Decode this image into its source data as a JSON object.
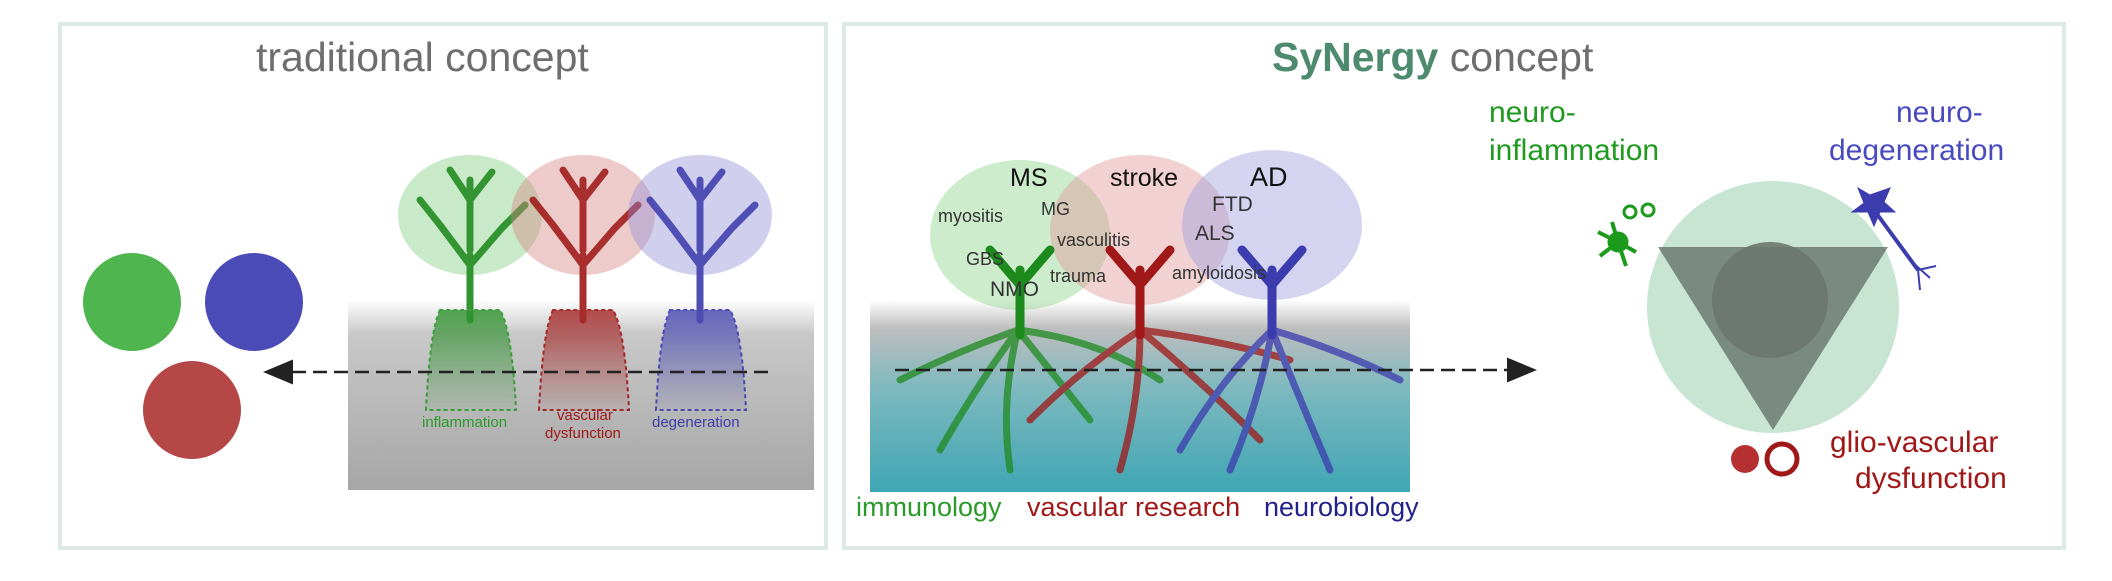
{
  "left_panel": {
    "title": "traditional concept",
    "tree_labels": {
      "inflammation": "inflammation",
      "vascular_line1": "vascular",
      "vascular_line2": "dysfunction",
      "degeneration": "degeneration"
    }
  },
  "right_panel": {
    "title_brand": "SyNergy",
    "title_rest": " concept",
    "diseases": {
      "MS": "MS",
      "stroke": "stroke",
      "AD": "AD",
      "myositis": "myositis",
      "MG": "MG",
      "GBS": "GBS",
      "NMO": "NMO",
      "vasculitis": "vasculitis",
      "trauma": "trauma",
      "FTD": "FTD",
      "ALS": "ALS",
      "amyloidosis": "amyloidosis"
    },
    "fields": {
      "immunology": "immunology",
      "vascular_research": "vascular research",
      "neurobiology": "neurobiology"
    },
    "network": {
      "neuroinflammation_1": "neuro-",
      "neuroinflammation_2": "inflammation",
      "neurodegeneration_1": "neuro-",
      "neurodegeneration_2": "degeneration",
      "gliovascular_1": "glio-vascular",
      "gliovascular_2": "dysfunction"
    }
  },
  "colors": {
    "green": "#2a9a2a",
    "red": "#a01818",
    "blue": "#3c3cae",
    "title_green": "#4d8a6e",
    "grey": "#6e6e6e"
  }
}
